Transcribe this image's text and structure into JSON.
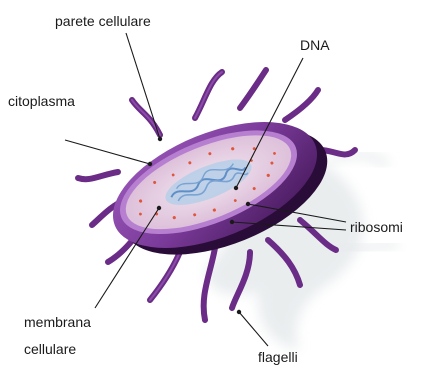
{
  "labels": {
    "cell_wall": "parete cellulare",
    "dna": "DNA",
    "cytoplasm": "citoplasma",
    "ribosomes": "ribosomi",
    "membrane_line1": "membrana",
    "membrane_line2": "cellulare",
    "flagella": "flagelli"
  },
  "colors": {
    "cell_wall": "#5b2177",
    "cell_body": "#7a3a99",
    "cytoplasm": "#e9d5e6",
    "dna": "#8fb1d9",
    "ribosome": "#e0563c",
    "flagellum": "#6a2c86",
    "shadow": "#e6eaec"
  }
}
